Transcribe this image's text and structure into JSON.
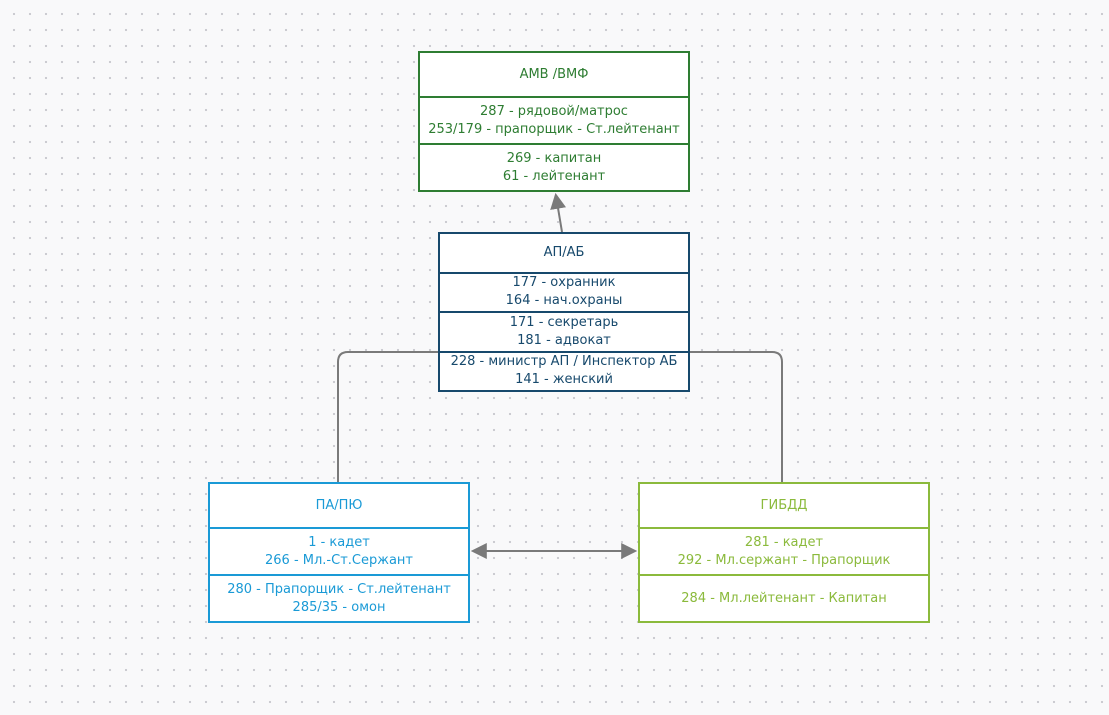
{
  "colors": {
    "amv": "#2e7d32",
    "ap": "#17496c",
    "pa": "#1a9ad6",
    "gibdd": "#8bba3c",
    "connector": "#7a7a7a"
  },
  "nodes": {
    "amv": {
      "title": "АМВ /ВМФ",
      "sections": [
        [
          "287 - рядовой/матрос",
          "253/179 - прапорщик - Ст.лейтенант"
        ],
        [
          "269 - капитан",
          "61 - лейтенант"
        ]
      ]
    },
    "ap": {
      "title": "АП/АБ",
      "sections": [
        [
          "177 - охранник",
          "164 - нач.охраны"
        ],
        [
          "171 - секретарь",
          "181 - адвокат"
        ],
        [
          "228 - министр АП / Инспектор АБ",
          "141 - женский"
        ]
      ]
    },
    "pa": {
      "title": "ПА/ПЮ",
      "sections": [
        [
          "1 - кадет",
          "266 - Мл.-Ст.Сержант"
        ],
        [
          "280 - Прапорщик - Ст.лейтенант",
          "285/35 - омон"
        ]
      ]
    },
    "gibdd": {
      "title": "ГИБДД",
      "sections": [
        [
          "281 - кадет",
          "292 - Мл.сержант - Прапорщик"
        ],
        [
          "284 - Мл.лейтенант - Капитан"
        ]
      ]
    }
  },
  "edges": [
    {
      "from": "ap",
      "to": "amv",
      "kind": "arrow"
    },
    {
      "from": "pa",
      "to": "gibdd",
      "kind": "bidirectional-arrow"
    },
    {
      "from": "pa",
      "to": "gibdd",
      "kind": "line-via-top"
    }
  ]
}
